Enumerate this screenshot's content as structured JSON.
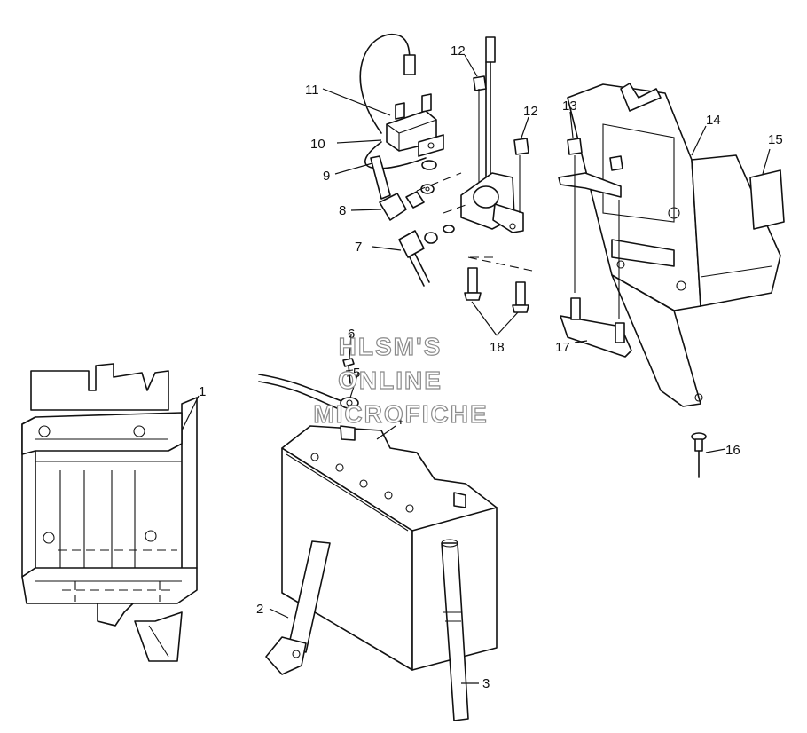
{
  "watermark": {
    "line1": "HLSM'S",
    "line2": "ONLINE",
    "line3": "MICROFICHE"
  },
  "callouts": {
    "c1": "1",
    "c2": "2",
    "c3": "3",
    "c4": "4",
    "c5": "5",
    "c6": "6",
    "c7": "7",
    "c8": "8",
    "c9": "9",
    "c10": "10",
    "c11": "11",
    "c12a": "12",
    "c12b": "12",
    "c13": "13",
    "c14": "14",
    "c15": "15",
    "c16": "16",
    "c17": "17",
    "c18": "18"
  }
}
